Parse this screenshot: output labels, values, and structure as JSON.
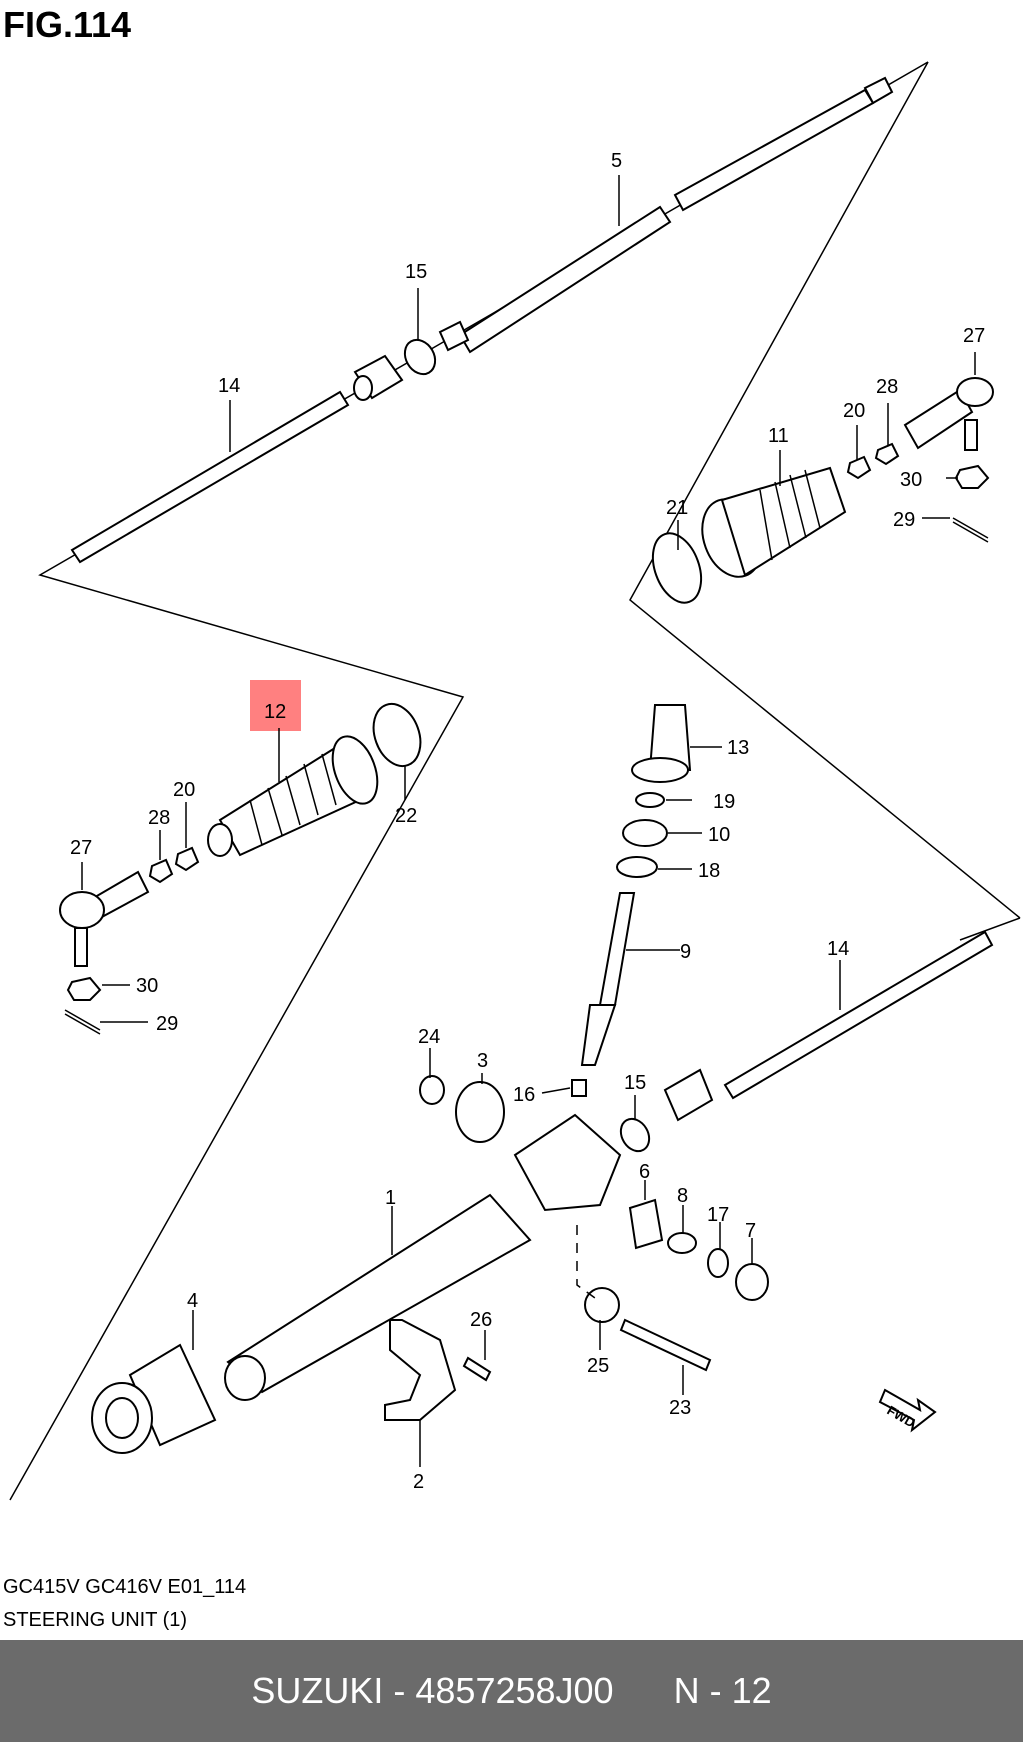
{
  "figure": {
    "title": "FIG.114",
    "code": "GC415V GC416V E01_114",
    "caption": "STEERING UNIT (1)"
  },
  "callouts": {
    "c1": "1",
    "c2": "2",
    "c3": "3",
    "c4": "4",
    "c5": "5",
    "c6": "6",
    "c7": "7",
    "c8": "8",
    "c9": "9",
    "c10": "10",
    "c11": "11",
    "c12": "12",
    "c13": "13",
    "c14a": "14",
    "c14b": "14",
    "c15a": "15",
    "c15b": "15",
    "c16": "16",
    "c17": "17",
    "c18": "18",
    "c19": "19",
    "c20a": "20",
    "c20b": "20",
    "c21": "21",
    "c22": "22",
    "c23": "23",
    "c24": "24",
    "c25": "25",
    "c26": "26",
    "c27a": "27",
    "c27b": "27",
    "c28a": "28",
    "c28b": "28",
    "c29a": "29",
    "c29b": "29",
    "c30a": "30",
    "c30b": "30"
  },
  "highlight": {
    "part": "12",
    "color": "#ff8080"
  },
  "fwd_label": "FWD",
  "footer": {
    "text": "SUZUKI - 4857258J00      N - 12",
    "background": "#6b6b6b"
  }
}
